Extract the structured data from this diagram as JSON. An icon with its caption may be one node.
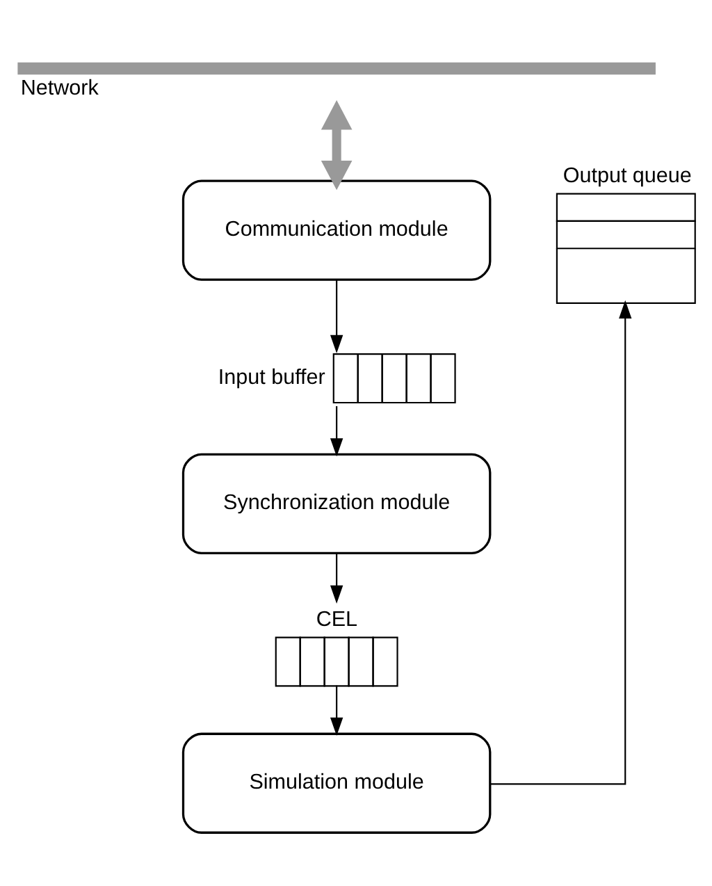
{
  "diagram": {
    "nodes": [
      {
        "text": [
          "Network"
        ]
      },
      {
        "text": [
          "Output queue"
        ]
      },
      {
        "text": [
          "Communication module"
        ]
      },
      {
        "text": [
          "Input buffer"
        ]
      },
      {
        "text": [
          "Synchronization module"
        ]
      },
      {
        "text": [
          "CEL"
        ]
      },
      {
        "text": [
          "Simulation module"
        ]
      }
    ],
    "edges": [
      {
        "from": 0,
        "to": 2,
        "arrow": "both",
        "style": "thick",
        "color": "#999999"
      },
      {
        "from": 2,
        "to": 3,
        "arrow": "to"
      },
      {
        "from": 3,
        "to": 4,
        "arrow": "to"
      },
      {
        "from": 4,
        "to": 5,
        "arrow": "to"
      },
      {
        "from": 5,
        "to": 6,
        "arrow": "to"
      },
      {
        "from": 6,
        "to": 1,
        "arrow": "to"
      }
    ]
  }
}
